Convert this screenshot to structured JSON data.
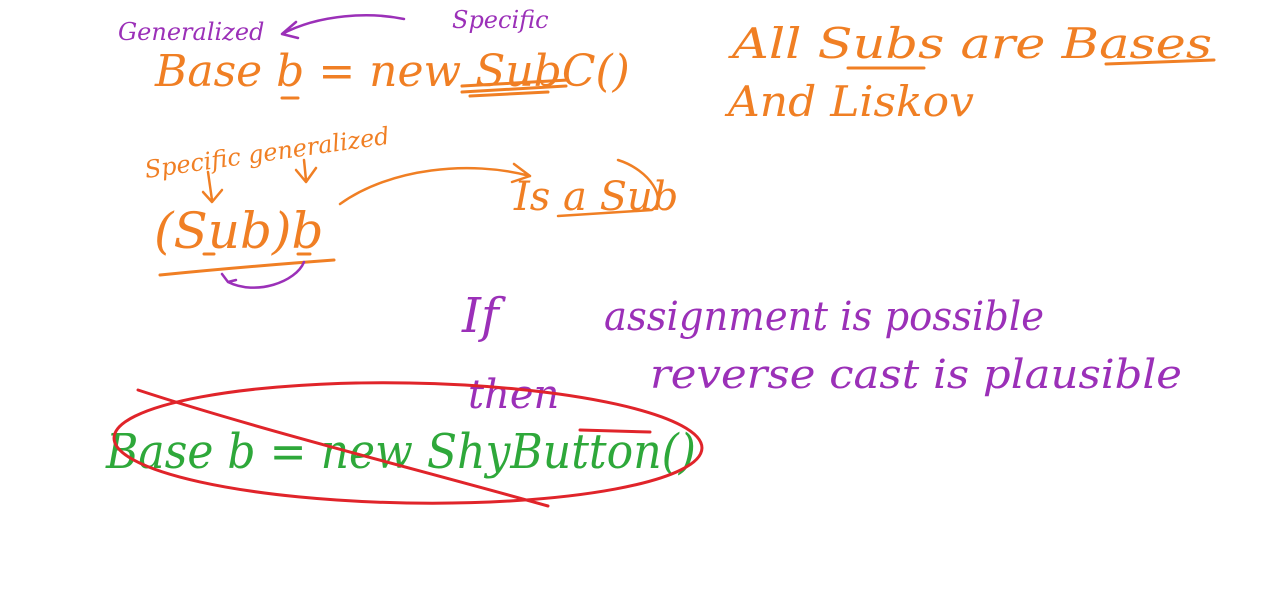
{
  "colors": {
    "orange": "#f07f24",
    "purple": "#9b30b8",
    "green": "#2ea83a",
    "red": "#e0242a"
  },
  "notes": {
    "generalized_top": "Generalized",
    "specific_top": "Specific",
    "line1": "Base b = new SubC()",
    "specific_generalized": "Specific generalized",
    "cast_expr": "(Sub)b",
    "is_a_sub": "Is a Sub",
    "all_subs_are_bases": "All Subs are Bases",
    "and_liskov": "And Liskov",
    "if_label": "If",
    "assignment_possible": "assignment is possible",
    "then_label": "then",
    "reverse_cast_plausible": "reverse cast is plausible",
    "crossed_example": "Base b = new ShyButton()"
  }
}
